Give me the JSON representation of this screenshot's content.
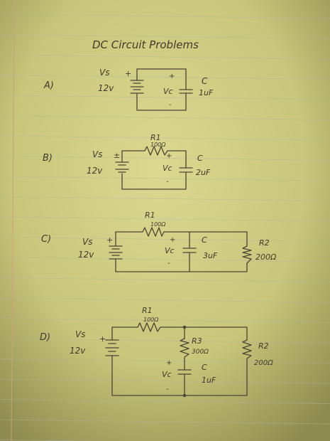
{
  "title": "DC Circuit Problems",
  "problems": [
    {
      "label": "A)",
      "source": {
        "name": "Vs",
        "value": "12v",
        "polarity": "+"
      },
      "cap": {
        "name": "C",
        "value": "1uF",
        "voltage": "Vc",
        "plus": "+",
        "minus": "-"
      }
    },
    {
      "label": "B)",
      "source": {
        "name": "Vs",
        "value": "12v",
        "polarity": "±"
      },
      "r1": {
        "name": "R1",
        "value": "100Ω"
      },
      "cap": {
        "name": "C",
        "value": "2uF",
        "voltage": "Vc",
        "plus": "+",
        "minus": "-"
      }
    },
    {
      "label": "C)",
      "source": {
        "name": "Vs",
        "value": "12v",
        "polarity": "+"
      },
      "r1": {
        "name": "R1",
        "value": "100Ω"
      },
      "cap": {
        "name": "C",
        "value": "3uF",
        "voltage": "Vc",
        "plus": "+",
        "minus": "-"
      },
      "r2": {
        "name": "R2",
        "value": "200Ω"
      }
    },
    {
      "label": "D)",
      "source": {
        "name": "Vs",
        "value": "12v",
        "polarity": "+"
      },
      "r1": {
        "name": "R1",
        "value": "100Ω"
      },
      "r3": {
        "name": "R3",
        "value": "300Ω"
      },
      "cap": {
        "name": "C",
        "value": "1uF",
        "voltage": "Vc",
        "plus": "+",
        "minus": "-"
      },
      "r2": {
        "name": "R2",
        "value": "200Ω"
      }
    }
  ],
  "colors": {
    "paper": "#d9d68a",
    "ink": "#4a4535",
    "rule": "#a9b9a8",
    "margin": "#c8a27a"
  }
}
